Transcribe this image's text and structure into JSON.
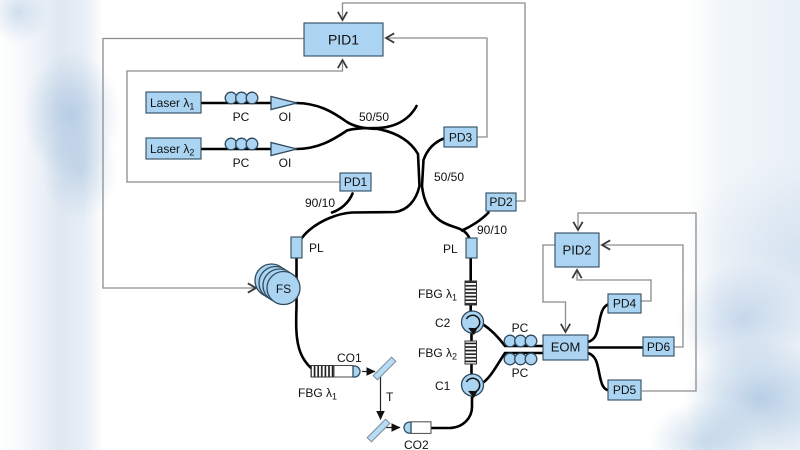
{
  "colors": {
    "box_fill": "#abd4f2",
    "box_border": "#2f4a5e",
    "fiber": "#000000",
    "feedback_line": "#8c8c8c",
    "background_tint": "#dfe8f1"
  },
  "pid": {
    "pid1": "PID1",
    "pid2": "PID2"
  },
  "pd": {
    "pd1": "PD1",
    "pd2": "PD2",
    "pd3": "PD3",
    "pd4": "PD4",
    "pd5": "PD5",
    "pd6": "PD6"
  },
  "laser": {
    "l1": {
      "t": "Laser λ",
      "s": "1"
    },
    "l2": {
      "t": "Laser λ",
      "s": "2"
    }
  },
  "comp": {
    "pc": "PC",
    "oi": "OI",
    "pl": "PL",
    "fs": "FS",
    "eom": "EOM",
    "c1": "C1",
    "c2": "C2",
    "co1": "CO1",
    "co2": "CO2",
    "t": "T",
    "fbg1": {
      "t": "FBG λ",
      "s": "1"
    },
    "fbg2": {
      "t": "FBG λ",
      "s": "2"
    }
  },
  "coupler": {
    "r5050": "50/50",
    "r9010": "90/10"
  }
}
